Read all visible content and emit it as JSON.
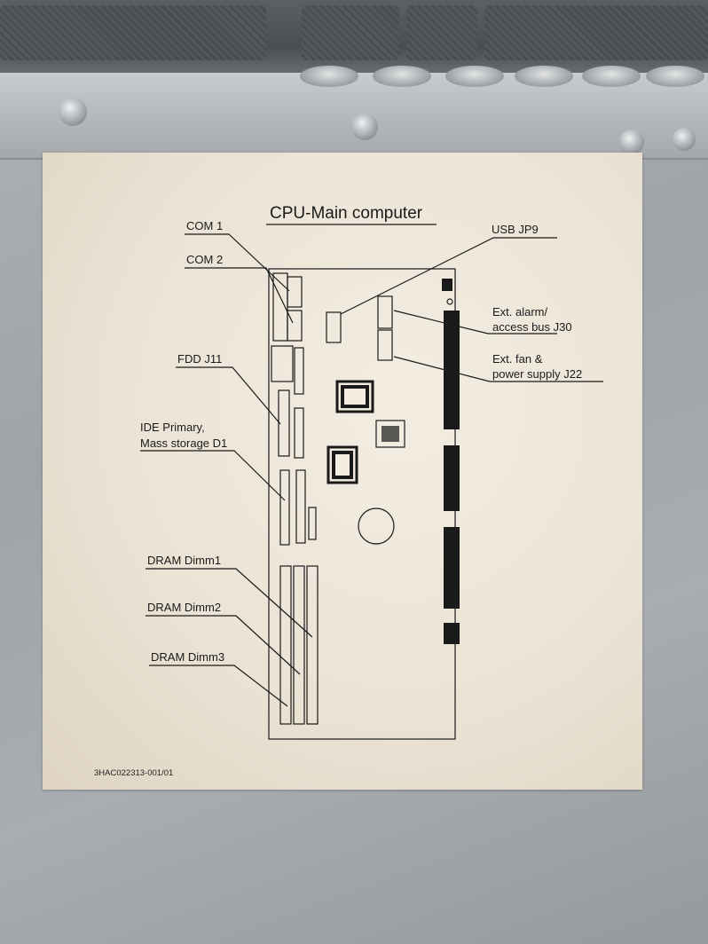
{
  "label": {
    "title": "CPU-Main computer",
    "document_number": "3HAC022313-001/01",
    "callouts": {
      "com1": "COM 1",
      "com2": "COM 2",
      "fdd": "FDD J11",
      "ide_line1": "IDE Primary,",
      "ide_line2": "Mass storage D1",
      "dimm1": "DRAM Dimm1",
      "dimm2": "DRAM Dimm2",
      "dimm3": "DRAM Dimm3",
      "usb": "USB JP9",
      "alarm_line1": "Ext. alarm/",
      "alarm_line2": "access bus J30",
      "fan_line1": "Ext. fan &",
      "fan_line2": "power supply J22"
    }
  },
  "colors": {
    "label_background": "#ebe3d5",
    "ink": "#1a1a1a",
    "enclosure_metal": "#a3a8ab"
  }
}
